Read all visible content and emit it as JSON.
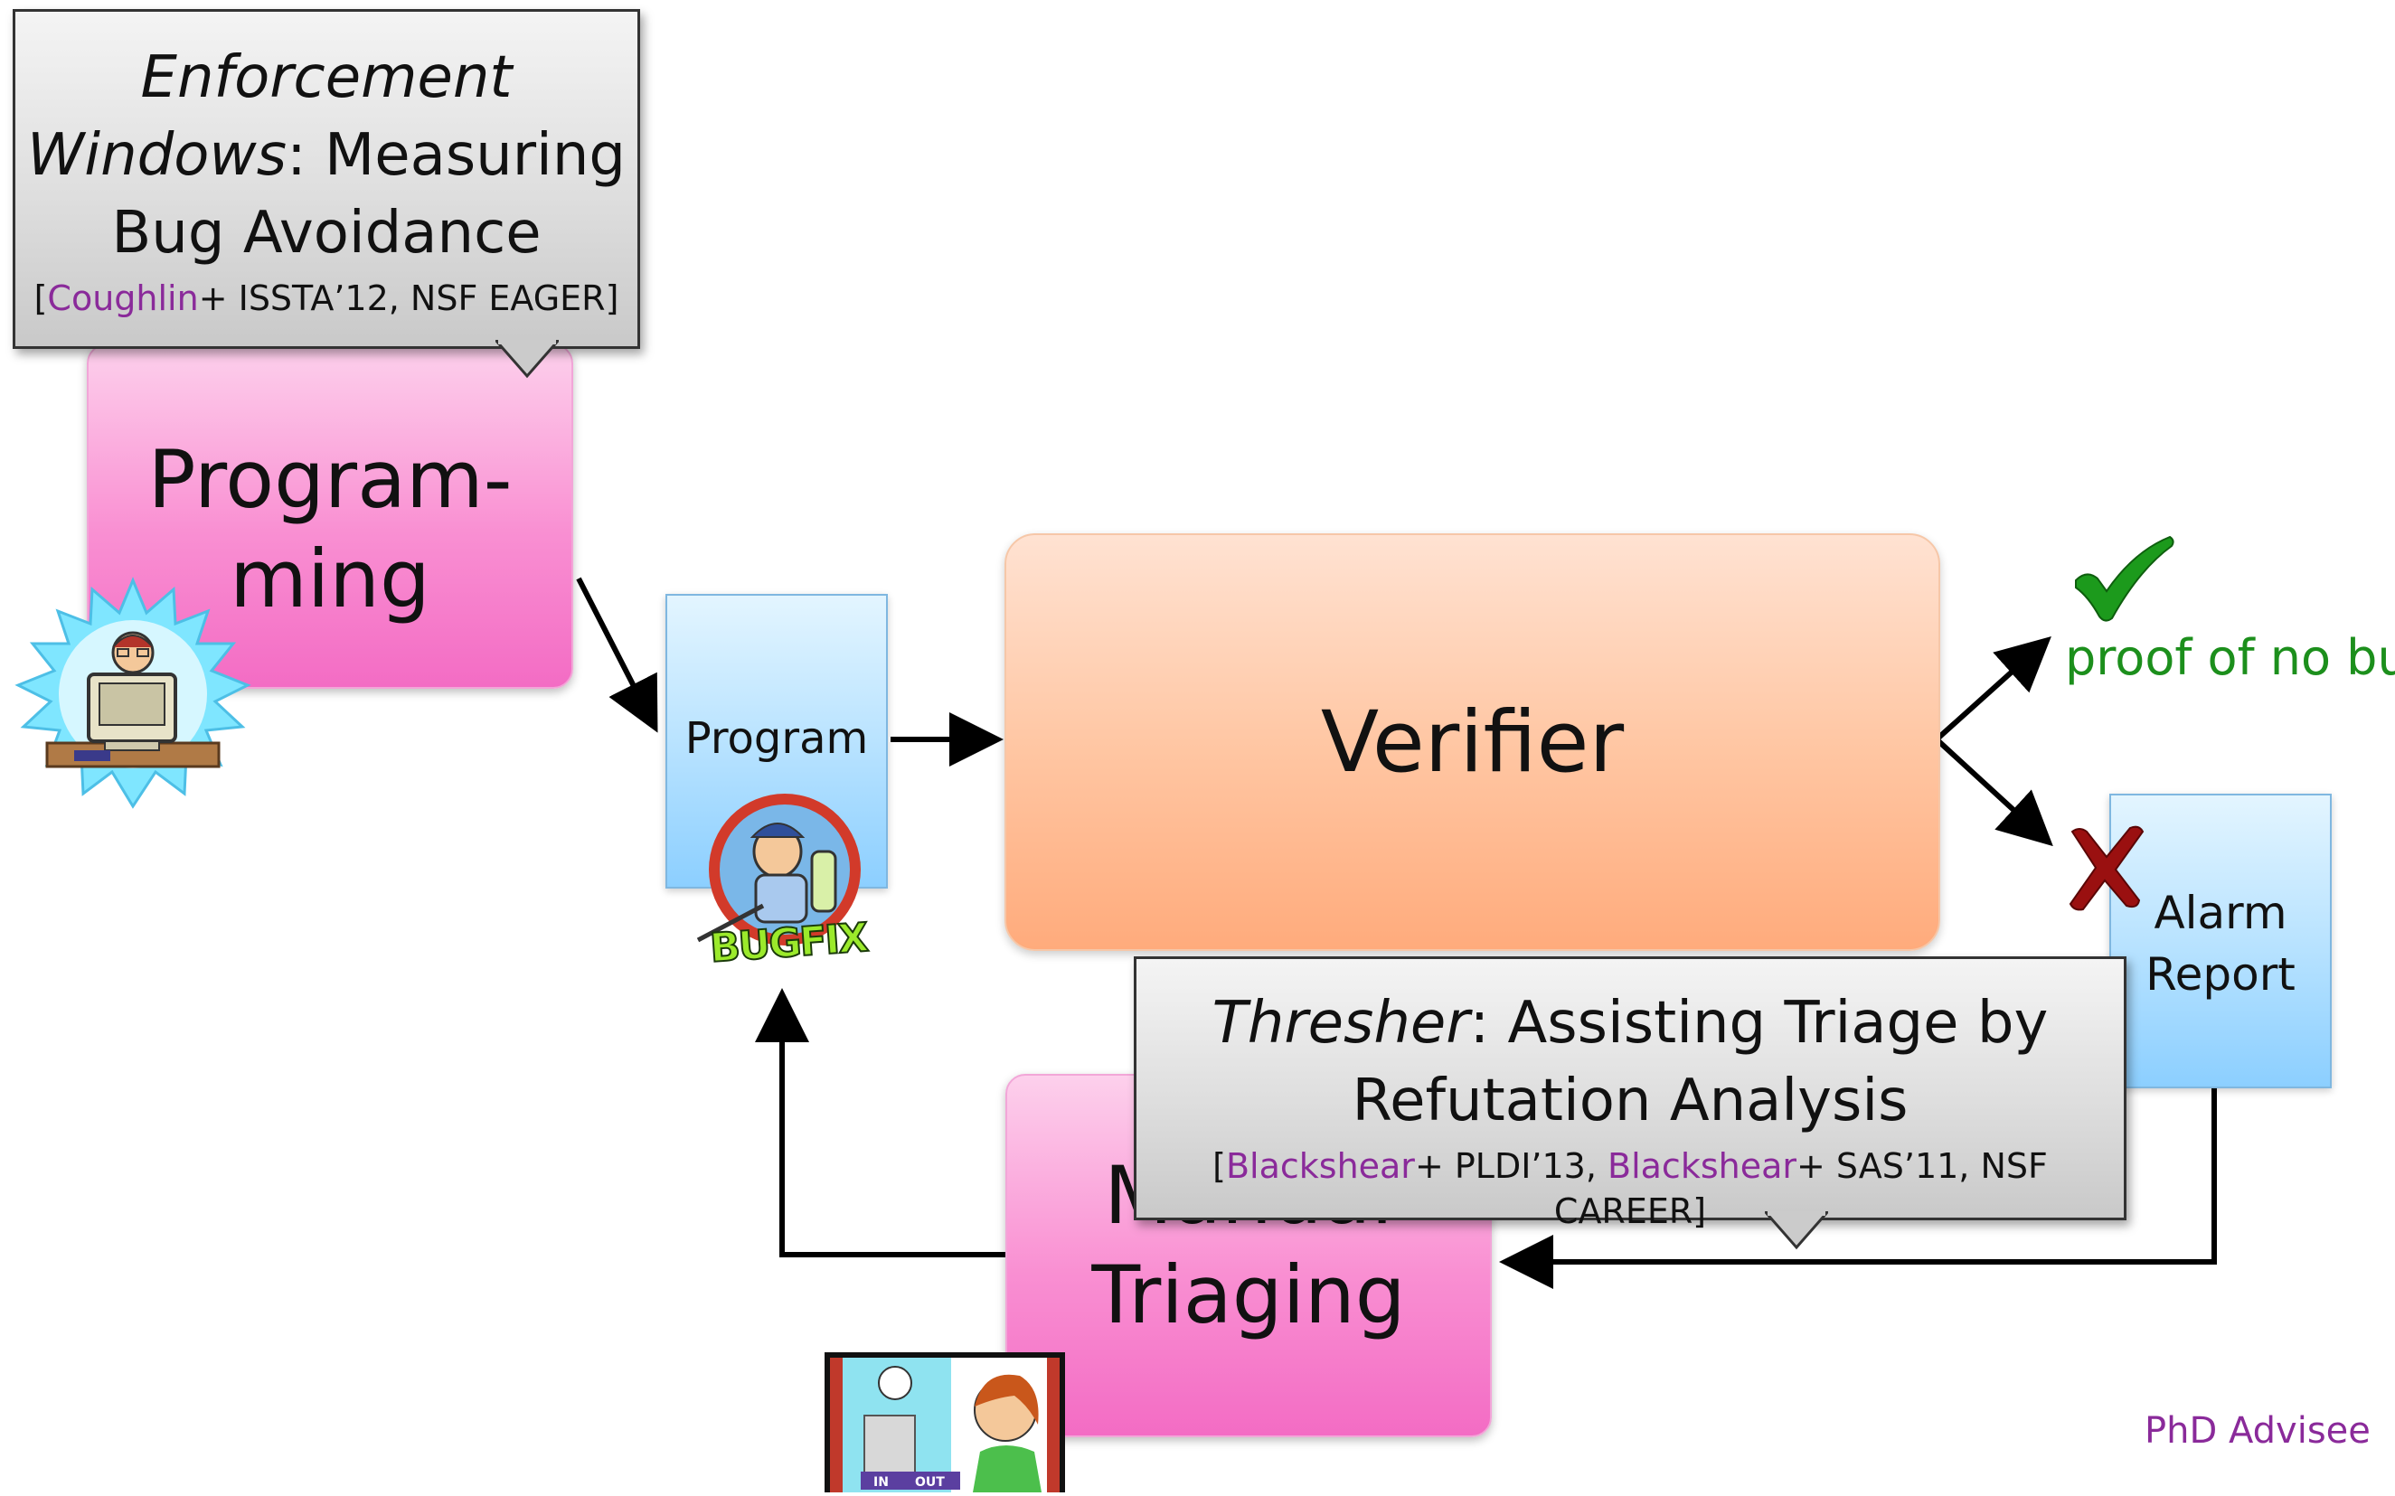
{
  "callout_top": {
    "title_italic": "Enforcement",
    "title_rest_italic": "Windows",
    "title_rest": ": Measuring",
    "title_line3": "Bug Avoidance",
    "cite_open": "[",
    "cite_author": "Coughlin",
    "cite_rest": "+ ISSTA’12, NSF EAGER]"
  },
  "programming": {
    "line1": "Program-",
    "line2": "ming"
  },
  "program_doc": {
    "label": "Program"
  },
  "verifier": {
    "label": "Verifier"
  },
  "proof": {
    "label": "proof of no bug"
  },
  "alarm": {
    "line1": "Alarm",
    "line2": "Report"
  },
  "callout_bottom": {
    "title_italic": "Thresher",
    "title_rest": ": Assisting Triage by",
    "title_line2": "Refutation Analysis",
    "cite_open": "[",
    "cite_author1": "Blackshear",
    "cite_mid": "+ PLDI’13, ",
    "cite_author2": "Blackshear",
    "cite_rest": "+ SAS’11, NSF CAREER]"
  },
  "triaging": {
    "line1": "Manual",
    "line2": "Triaging"
  },
  "bugfix": {
    "logo_text": "BUGFIX"
  },
  "triage_clip": {
    "in_label": "IN",
    "out_label": "OUT"
  },
  "footer": {
    "advisee": "PhD Advisee"
  },
  "colors": {
    "pink": "#f98fd2",
    "blue": "#b9e3ff",
    "orange": "#ffc7a4",
    "callout_gray": "#dedede",
    "accent_purple": "#8a2a9a",
    "proof_green": "#1c8f1c",
    "alarm_red": "#9a1010"
  },
  "icons": [
    "programmer-at-computer-icon",
    "bugfix-exterminator-icon",
    "checkmark-icon",
    "x-mark-icon",
    "person-with-inbox-icon"
  ]
}
